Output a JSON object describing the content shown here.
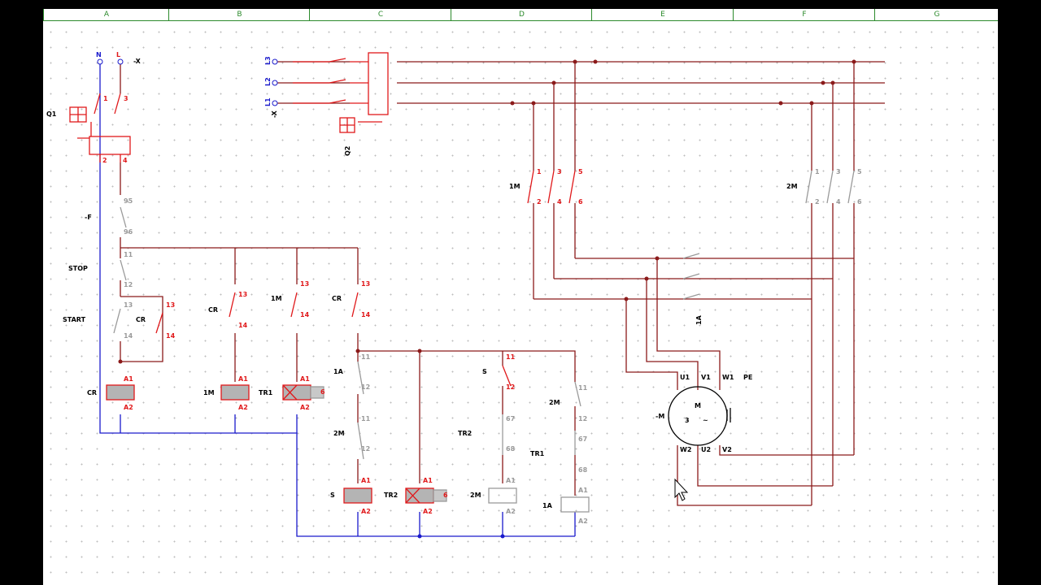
{
  "ruler": {
    "columns": [
      "A",
      "B",
      "C",
      "D",
      "E",
      "F",
      "G"
    ]
  },
  "power": {
    "n": "N",
    "l": "L",
    "x_top": "-X",
    "x_main": "-X",
    "l1": "L1",
    "l2": "L2",
    "l3": "L3"
  },
  "breakers": {
    "q1": "Q1",
    "q2": "Q2"
  },
  "devices": {
    "f": "-F",
    "stop": "STOP",
    "start": "START",
    "cr": "CR",
    "m1": "1M",
    "m2": "2M",
    "a1": "1A",
    "s": "S",
    "tr1": "TR1",
    "tr2": "TR2",
    "motor": "-M",
    "motor_n": "M",
    "motor_phase": "3",
    "motor_ac": "~"
  },
  "terminals": {
    "n1": "1",
    "n2": "2",
    "n3": "3",
    "n4": "4",
    "n5": "5",
    "n6": "6",
    "n11": "11",
    "n12": "12",
    "n13": "13",
    "n14": "14",
    "n95": "95",
    "n96": "96",
    "n67": "67",
    "n68": "68",
    "a1": "A1",
    "a2": "A2",
    "u1": "U1",
    "v1": "V1",
    "w1": "W1",
    "u2": "U2",
    "v2": "V2",
    "w2": "W2",
    "pe": "PE"
  },
  "colors": {
    "wire": "#8b1a1a",
    "neutral": "#1a1acc",
    "active": "#e0191b",
    "grey": "#9a9a9a",
    "coil_fill": "#b4b4b4",
    "ruler": "#2c8a2c"
  }
}
